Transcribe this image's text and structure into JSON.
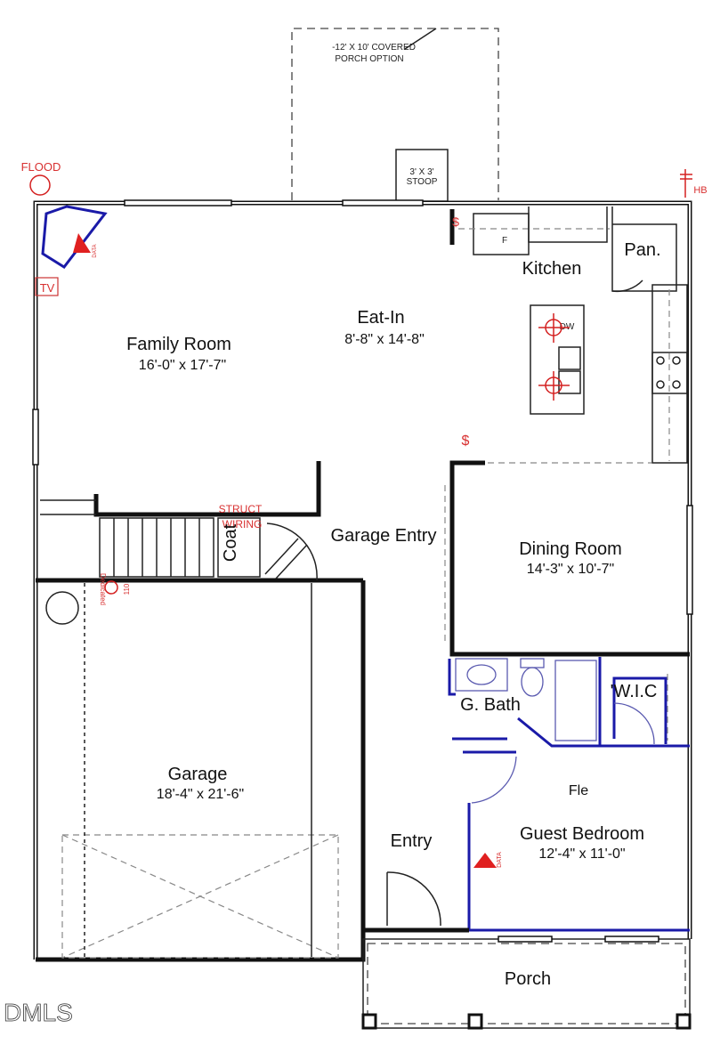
{
  "rooms": {
    "family_room": {
      "name": "Family Room",
      "dims": "16'-0\" x 17'-7\""
    },
    "eat_in": {
      "name": "Eat-In",
      "dims": "8'-8\" x 14'-8\""
    },
    "kitchen": {
      "name": "Kitchen"
    },
    "pantry": {
      "name": "Pan."
    },
    "dining_room": {
      "name": "Dining Room",
      "dims": "14'-3\" x 10'-7\""
    },
    "garage_entry": {
      "name": "Garage Entry"
    },
    "coat": {
      "name": "Coat"
    },
    "garage": {
      "name": "Garage",
      "dims": "18'-4\" x 21'-6\""
    },
    "g_bath": {
      "name": "G. Bath"
    },
    "wic": {
      "name": "'W.I.C"
    },
    "guest_bedroom": {
      "name": "Guest Bedroom",
      "dims": "12'-4\" x 11'-0\""
    },
    "entry": {
      "name": "Entry"
    },
    "porch": {
      "name": "Porch"
    }
  },
  "annotations": {
    "covered_porch_line1": "-12' X 10' COVERED",
    "covered_porch_line2": "PORCH OPTION",
    "stoop_line1": "3' X 3'",
    "stoop_line2": "STOOP",
    "flood": "FLOOD",
    "tv": "TV",
    "data": "DATA",
    "hb": "HB",
    "fridge": "F",
    "dw": "DW",
    "struct_line1": "STRUCT",
    "struct_line2": "WIRING",
    "dedicated": "Dedicated",
    "outlet_110": "110",
    "fle": "Fle"
  },
  "watermark": "DMLS",
  "colors": {
    "wall": "#111111",
    "electrical": "#d42020",
    "bath_walls": "#1a1aa8"
  }
}
